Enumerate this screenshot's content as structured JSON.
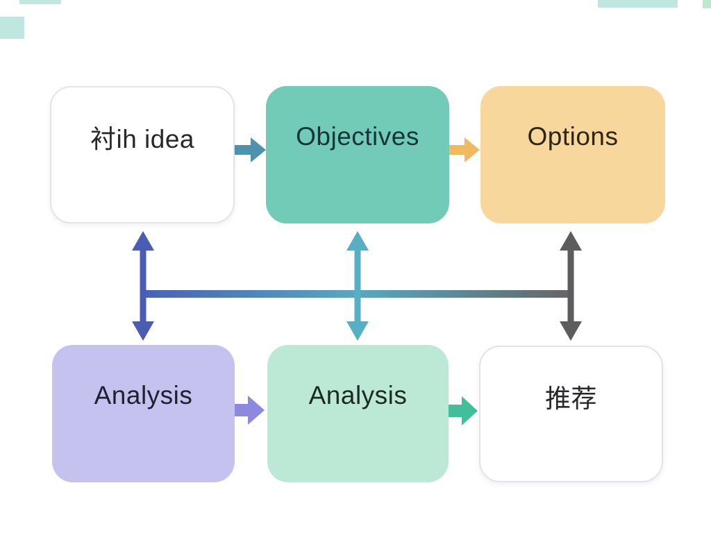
{
  "page": {
    "background_color": "#ffffff"
  },
  "fragments": {
    "top_left_bar_color": "#bfe7df",
    "left_square_color": "#bfe7df",
    "top_right_bar_color": "#bfe7df",
    "corner_square_color": "#bde7cf"
  },
  "diagram": {
    "top_row": [
      {
        "id": "idea",
        "label": "衬ih idea",
        "bg": "#ffffff",
        "text_color": "#27272e"
      },
      {
        "id": "objectives",
        "label": "Objectives",
        "bg": "#72cbb7",
        "text_color": "#17333b"
      },
      {
        "id": "options",
        "label": "Options",
        "bg": "#f8d79d",
        "text_color": "#2b2619"
      }
    ],
    "bottom_row": [
      {
        "id": "analysis-1",
        "label": "Analysis",
        "bg": "#c5c2ef",
        "text_color": "#20202f"
      },
      {
        "id": "analysis-2",
        "label": "Analysis",
        "bg": "#bce9d6",
        "text_color": "#1c2a26"
      },
      {
        "id": "recommendation",
        "label": "推荐",
        "bg": "#ffffff",
        "text_color": "#27272e"
      }
    ],
    "arrows": {
      "top_1": {
        "direction": "right",
        "color": "#4e93ad"
      },
      "top_2": {
        "direction": "right",
        "color": "#f0b95f"
      },
      "bottom_1": {
        "direction": "right",
        "color": "#8d89de"
      },
      "bottom_2": {
        "direction": "right",
        "color": "#41bf9a"
      },
      "vertical_left": {
        "direction": "both",
        "color": "#4b5cb5"
      },
      "vertical_mid": {
        "direction": "both",
        "color": "#58aec3"
      },
      "vertical_right": {
        "direction": "both",
        "color": "#5d5d5f"
      },
      "crossbar_gradient": [
        "#4a60b5",
        "#58a8be",
        "#656567"
      ]
    }
  }
}
